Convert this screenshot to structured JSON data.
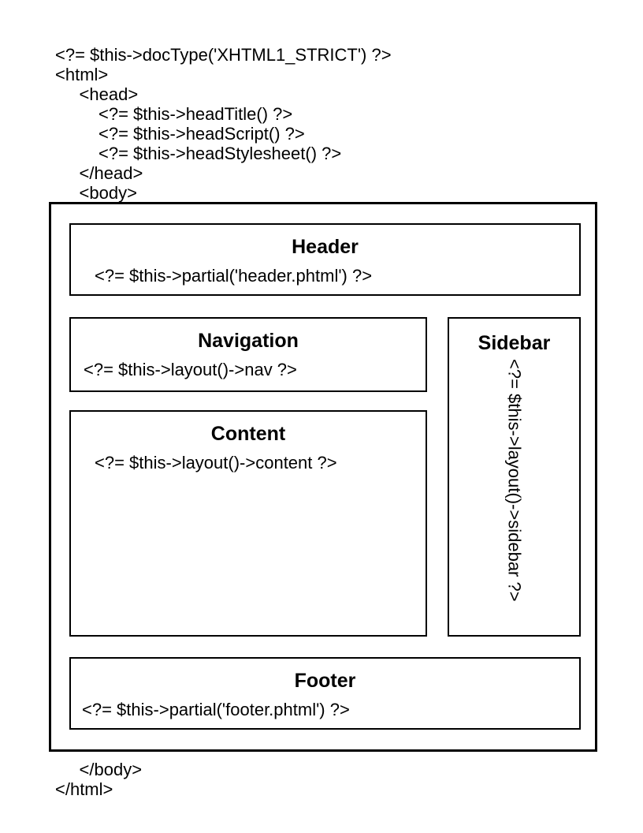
{
  "colors": {
    "ink": "#000000",
    "background": "#ffffff"
  },
  "code_top": {
    "lines": [
      "<?= $this->docType('XHTML1_STRICT') ?>",
      "<html>",
      "     <head>",
      "         <?= $this->headTitle() ?>",
      "         <?= $this->headScript() ?>",
      "         <?= $this->headStylesheet() ?>",
      "     </head>",
      "     <body>"
    ]
  },
  "boxes": {
    "header": {
      "title": "Header",
      "code": "<?= $this->partial('header.phtml') ?>"
    },
    "navigation": {
      "title": "Navigation",
      "code": "<?= $this->layout()->nav ?>"
    },
    "content": {
      "title": "Content",
      "code": "<?= $this->layout()->content ?>"
    },
    "sidebar": {
      "title": "Sidebar",
      "code": "<?= $this->layout()->sidebar ?>"
    },
    "footer": {
      "title": "Footer",
      "code": "<?= $this->partial('footer.phtml') ?>"
    }
  },
  "code_bottom": {
    "lines": [
      "     </body>",
      "</html>"
    ]
  }
}
